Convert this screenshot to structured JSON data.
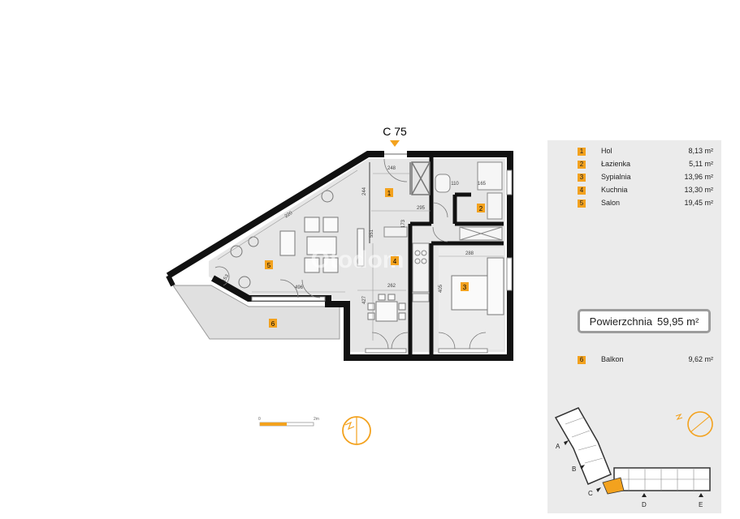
{
  "plan": {
    "unit_code": "C 75",
    "watermark": "Otodom",
    "room_labels": [
      "1",
      "2",
      "3",
      "4",
      "5",
      "6"
    ],
    "dimensions": [
      "248",
      "244",
      "295",
      "220",
      "288",
      "496",
      "262",
      "427",
      "405",
      "551",
      "153",
      "165",
      "110",
      "173"
    ]
  },
  "legend": {
    "rooms": [
      {
        "num": "1",
        "name": "Hol",
        "area": "8,13 m²"
      },
      {
        "num": "2",
        "name": "Łazienka",
        "area": "5,11 m²"
      },
      {
        "num": "3",
        "name": "Sypialnia",
        "area": "13,96 m²"
      },
      {
        "num": "4",
        "name": "Kuchnia",
        "area": "13,30 m²"
      },
      {
        "num": "5",
        "name": "Salon",
        "area": "19,45 m²"
      }
    ],
    "total_label": "Powierzchnia",
    "total_value": "59,95 m²",
    "extra": {
      "num": "6",
      "name": "Balkon",
      "area": "9,62 m²"
    }
  },
  "key_plan": {
    "staircases": [
      "A",
      "B",
      "C",
      "D",
      "E"
    ]
  },
  "scale": {
    "start": "0",
    "end": "2m"
  },
  "colors": {
    "accent": "#f3a21e",
    "wall": "#111111",
    "floor": "#e3e3e3",
    "panel": "#ebebeb",
    "balcony": "#e0e0e0"
  }
}
